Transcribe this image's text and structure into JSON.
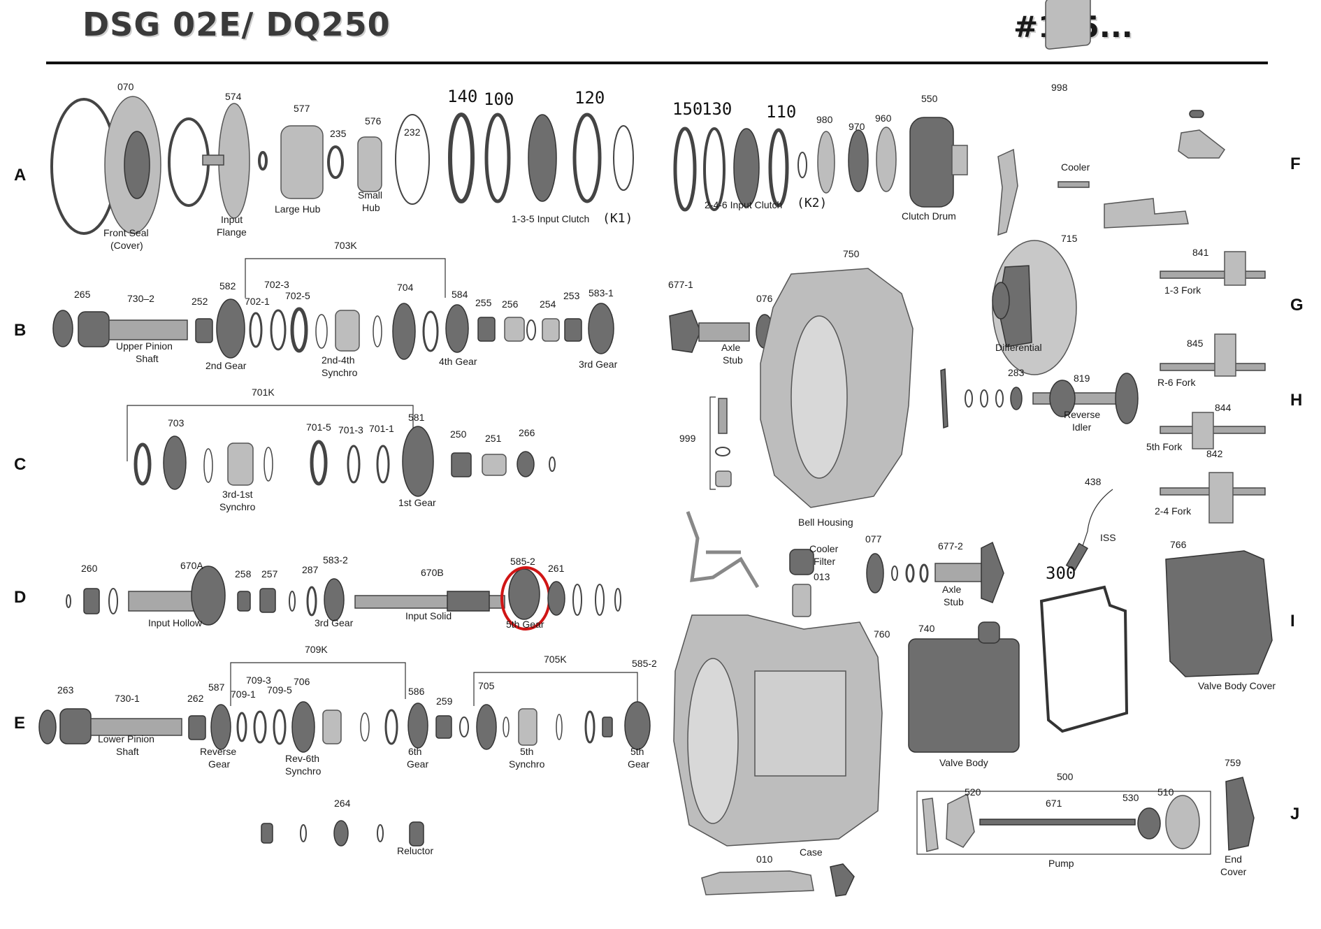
{
  "header": {
    "title": "DSG 02E/ DQ250",
    "ref": "#125..."
  },
  "rows": [
    "A",
    "B",
    "C",
    "D",
    "E",
    "F",
    "G",
    "H",
    "I",
    "J"
  ],
  "labels": {
    "a_070": "070",
    "a_front": "Front Seal",
    "a_cover": "(Cover)",
    "a_574": "574",
    "a_input": "Input",
    "a_flange": "Flange",
    "a_577": "577",
    "a_largehub": "Large Hub",
    "a_235": "235",
    "a_576": "576",
    "a_small": "Small",
    "a_hub": "Hub",
    "a_232": "232",
    "a_140": "140",
    "a_100": "100",
    "a_120": "120",
    "a_k1": "1-3-5 Input Clutch",
    "a_k1b": "(K1)",
    "a_150": "150",
    "a_130": "130",
    "a_110": "110",
    "a_980": "980",
    "a_970": "970",
    "a_960": "960",
    "a_550": "550",
    "a_k2": "2-4-6 Input Clutch",
    "a_k2b": "(K2)",
    "a_drum": "Clutch Drum",
    "f_998": "998",
    "f_cooler": "Cooler",
    "b_703k": "703K",
    "b_265": "265",
    "b_7302": "730–2",
    "b_252": "252",
    "b_582": "582",
    "b_7021": "702-1",
    "b_7023": "702-3",
    "b_7025": "702-5",
    "b_704": "704",
    "b_584": "584",
    "b_255": "255",
    "b_256": "256",
    "b_254": "254",
    "b_253": "253",
    "b_5831": "583-1",
    "b_upper": "Upper Pinion",
    "b_shaft": "Shaft",
    "b_2nd": "2nd Gear",
    "b_24s": "2nd-4th",
    "b_synchro": "Synchro",
    "b_4th": "4th Gear",
    "b_3rd": "3rd Gear",
    "m_6771": "677-1",
    "m_076": "076",
    "m_axle": "Axle",
    "m_stub": "Stub",
    "m_750": "750",
    "m_715": "715",
    "m_diff": "Differential",
    "g_841": "841",
    "g_13fork": "1-3 Fork",
    "g_845": "845",
    "g_r6fork": "R-6 Fork",
    "h_283": "283",
    "h_819": "819",
    "h_reverse": "Reverse",
    "h_idler": "Idler",
    "h_844": "844",
    "h_5fork": "5th Fork",
    "h_842": "842",
    "h_24fork": "2-4 Fork",
    "c_701k": "701K",
    "c_703": "703",
    "c_7015": "701-5",
    "c_7013": "701-3",
    "c_7011": "701-1",
    "c_581": "581",
    "c_250": "250",
    "c_251": "251",
    "c_266": "266",
    "c_31s": "3rd-1st",
    "c_synchro": "Synchro",
    "c_1st": "1st Gear",
    "m_999": "999",
    "m_bell": "Bell Housing",
    "i_438": "438",
    "i_iss": "ISS",
    "i_766": "766",
    "i_300": "300",
    "i_vbc": "Valve Body Cover",
    "d_260": "260",
    "d_670a": "670A",
    "d_258": "258",
    "d_257": "257",
    "d_287": "287",
    "d_5832": "583-2",
    "d_670b": "670B",
    "d_5852": "585-2",
    "d_261": "261",
    "d_ihollow": "Input Hollow",
    "d_3rd": "3rd Gear",
    "d_isolid": "Input Solid",
    "d_5th": "5th Gear",
    "m_cooler": "Cooler",
    "m_filter": "Filter",
    "m_013": "013",
    "m_077": "077",
    "m_6772": "677-2",
    "m_axle2": "Axle",
    "m_stub2": "Stub",
    "e_709k": "709K",
    "e_705k": "705K",
    "e_5852": "585-2",
    "e_263": "263",
    "e_7301": "730-1",
    "e_262": "262",
    "e_587": "587",
    "e_7091": "709-1",
    "e_7093": "709-3",
    "e_7095": "709-5",
    "e_706": "706",
    "e_586": "586",
    "e_259": "259",
    "e_705": "705",
    "e_lower": "Lower Pinion",
    "e_shaft": "Shaft",
    "e_reverse": "Reverse",
    "e_gear": "Gear",
    "e_rev6": "Rev-6th",
    "e_synchro": "Synchro",
    "e_6th": "6th",
    "e_gear6": "Gear",
    "e_5ths": "5th",
    "e_synchro5": "Synchro",
    "e_5th": "5th",
    "e_gear5": "Gear",
    "m_760": "760",
    "m_740": "740",
    "m_vb": "Valve Body",
    "m_case": "Case",
    "j_500": "500",
    "j_759": "759",
    "j_520": "520",
    "j_671": "671",
    "j_530": "530",
    "j_510": "510",
    "j_pump": "Pump",
    "j_end": "End",
    "j_cover": "Cover",
    "bot_264": "264",
    "bot_reluctor": "Reluctor",
    "bot_010": "010"
  },
  "colors": {
    "highlight": "#d01515",
    "rule": "#111111"
  }
}
